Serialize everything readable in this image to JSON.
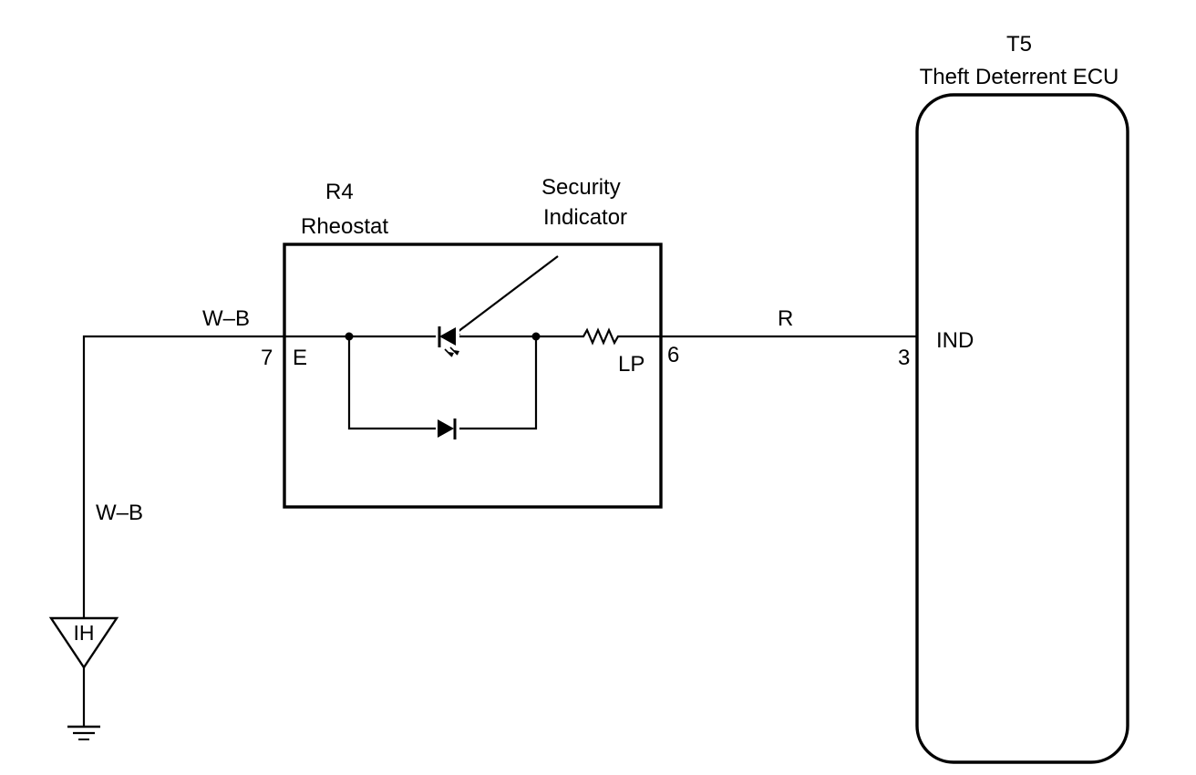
{
  "ecu": {
    "code": "T5",
    "name": "Theft Deterrent ECU",
    "pin_number": "3",
    "pin_name": "IND"
  },
  "rheostat": {
    "code": "R4",
    "name": "Rheostat",
    "pin_left_number": "7",
    "pin_left_name": "E",
    "pin_right_number": "6",
    "pin_right_name": "LP"
  },
  "indicator": {
    "line1": "Security",
    "line2": "Indicator"
  },
  "wires": {
    "top_left_color": "W–B",
    "left_vertical_color": "W–B",
    "right_color": "R"
  },
  "ground": {
    "point_label": "IH"
  },
  "colors": {
    "line": "#000000",
    "background": "#ffffff"
  }
}
